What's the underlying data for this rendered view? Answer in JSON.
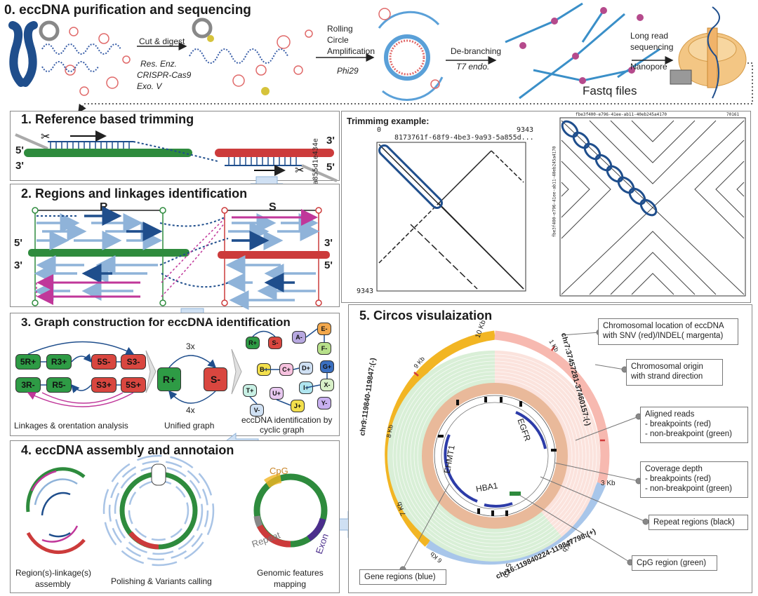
{
  "section0": {
    "title": "0. eccDNA purification and sequencing",
    "cut_digest": "Cut & digest",
    "enzymes": [
      "Res. Enz.",
      "CRISPR-Cas9",
      "Exo. V"
    ],
    "rca_lines": [
      "Rolling",
      "Circle",
      "Amplification"
    ],
    "phi29": "Phi29",
    "debranching": "De-branching",
    "t7": "T7 endo.",
    "long_read": [
      "Long read",
      "sequencing"
    ],
    "nanopore": "Nanopore",
    "fastq": "Fastq files"
  },
  "section1": {
    "title": "1. Reference based trimming",
    "five_prime": "5'",
    "three_prime": "3'"
  },
  "trimming": {
    "title": "Trimmimg example:",
    "left_start": "0",
    "left_end": "9343",
    "left_y_end": "9343",
    "left_read_id": "8173761f-68f9-4be3-9a93-5a855d...",
    "left_read_id_vertical": "8173761f-68f9-4be3-9a93-5a855d1e434e",
    "right_read_id": "fbe3f400-e796-41ee-ab11-40eb245a4170",
    "right_end": "70161",
    "right_read_id_vertical": "fbe3f400-e796-41ee-ab11-40eb245a4170"
  },
  "section2": {
    "title": "2. Regions and linkages identification",
    "region_r": "R",
    "region_s": "S",
    "five_prime": "5'",
    "three_prime": "3'"
  },
  "section3": {
    "title": "3. Graph construction for eccDNA identification",
    "nodes_left": [
      "5R+",
      "R3+",
      "3R-",
      "R5-",
      "5S-",
      "S3-",
      "S3+",
      "5S+"
    ],
    "unified_nodes": [
      "R+",
      "S-"
    ],
    "count_top": "3x",
    "count_bottom": "4x",
    "cyclic_nodes": [
      "R+",
      "S-",
      "A-",
      "E-",
      "F-",
      "B+",
      "C+",
      "D+",
      "G+",
      "T+",
      "U+",
      "I+",
      "X-",
      "V-",
      "J+",
      "Y-"
    ],
    "caption_left": "Linkages & orentation analysis",
    "caption_mid": "Unified graph",
    "caption_right": [
      "eccDNA identification by",
      "cyclic graph"
    ]
  },
  "section4": {
    "title": "4. eccDNA assembly and annotaion",
    "cpg": "CpG",
    "repeat": "Repeat",
    "exon": "Exon",
    "caption_1": [
      "Region(s)-linkage(s)",
      "assembly"
    ],
    "caption_2": "Polishing & Variants calling",
    "caption_3": [
      "Genomic features",
      "mapping"
    ]
  },
  "section5": {
    "title": "5. Circos visulaization",
    "chr9": "chr9:119840-119847:(-)",
    "chr7": "chr7:37457281-37460157:(-)",
    "chr16": "chr16:119840224-119847798:(+)",
    "kb_labels": [
      "10 Kb",
      "9 Kb",
      "8 Kb",
      "7 Kb",
      "6 Kb",
      "5 Kb",
      "4 Kb",
      "3 Kb",
      "1 Kb"
    ],
    "genes": [
      "EHMT1",
      "EGFR",
      "HBA1"
    ],
    "legend": {
      "location": [
        "Chromosomal location of eccDNA",
        "with SNV (red)/INDEL( margenta)"
      ],
      "origin": [
        "Chromosomal origin",
        "with strand direction"
      ],
      "aligned": [
        "Aligned reads",
        "- breakpoints (red)",
        "- non-breakpoint (green)"
      ],
      "coverage": [
        "Coverage depth",
        "- breakpoints (red)",
        "- non-breakpoint (green)"
      ],
      "repeat": "Repeat regions (black)",
      "cpg": "CpG region (green)",
      "gene": "Gene regions (blue)"
    }
  },
  "colors": {
    "green": "#2e8b3d",
    "red": "#cc3b3b",
    "navy": "#1f4e8c",
    "light_blue": "#8fb3d9",
    "magenta": "#c0379a",
    "yellow": "#f2b523",
    "salmon": "#f3b2a8",
    "pale_green": "#cde9cf"
  }
}
